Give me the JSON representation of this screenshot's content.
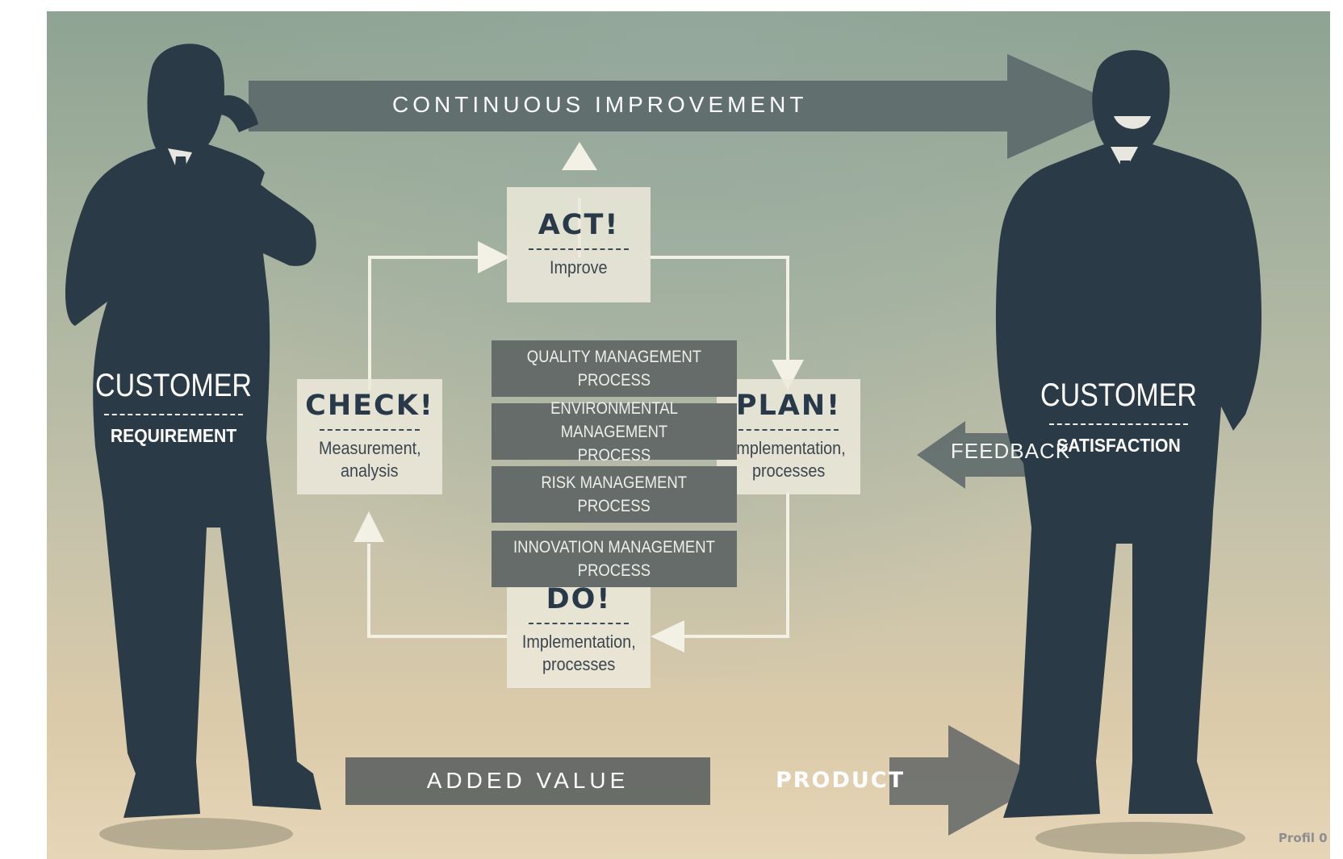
{
  "banner_top": {
    "label": "CONTINUOUS IMPROVEMENT"
  },
  "banner_bottom": {
    "label": "ADDED VALUE",
    "product": "PRODUCT"
  },
  "customer_left": {
    "title": "CUSTOMER",
    "subtitle": "REQUIREMENT"
  },
  "customer_right": {
    "title": "CUSTOMER",
    "subtitle": "SATISFACTION"
  },
  "feedback": {
    "label": "FEEDBACK"
  },
  "cycle": {
    "act": {
      "title": "ACT!",
      "sub": "Improve"
    },
    "plan": {
      "title": "PLAN!",
      "sub1": "Implementation,",
      "sub2": "processes"
    },
    "do": {
      "title": "DO!",
      "sub1": "Implementation,",
      "sub2": "processes"
    },
    "check": {
      "title": "CHECK!",
      "sub1": "Measurement,",
      "sub2": "analysis"
    }
  },
  "processes": [
    {
      "line1": "QUALITY MANAGEMENT",
      "line2": "PROCESS"
    },
    {
      "line1": "ENVIRONMENTAL MANAGEMENT",
      "line2": "PROCESS"
    },
    {
      "line1": "RISK MANAGEMENT",
      "line2": "PROCESS"
    },
    {
      "line1": "INNOVATION MANAGEMENT",
      "line2": "PROCESS"
    }
  ],
  "footer": {
    "text": "Profil 0"
  },
  "colors": {
    "silhouette": "#2b3a47",
    "banner": "#5c6b6c",
    "process_box": "#656c69",
    "cycle_box": "#ece9db"
  }
}
